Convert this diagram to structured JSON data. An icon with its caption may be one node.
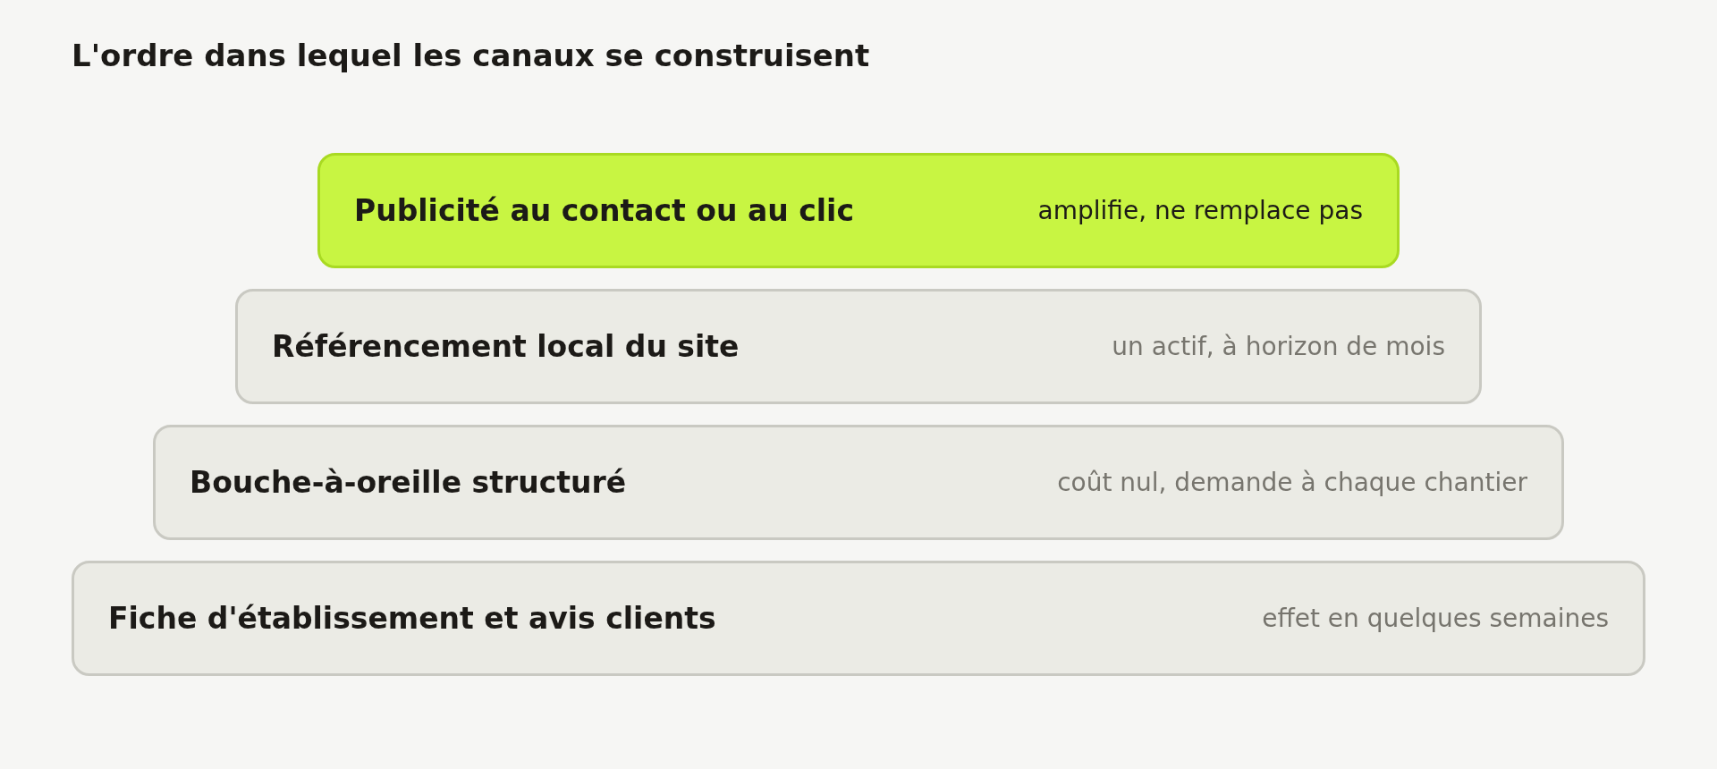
{
  "diagram": {
    "title": "L'ordre dans lequel les canaux se construisent",
    "nodes": [
      {
        "text": [
          "Publicité au contact ou au clic",
          "amplifie, ne remplace pas"
        ]
      },
      {
        "text": [
          "Référencement local du site",
          "un actif, à horizon de mois"
        ]
      },
      {
        "text": [
          "Bouche-à-oreille structuré",
          "coût nul, demande à chaque chantier"
        ]
      },
      {
        "text": [
          "Fiche d'établissement et avis clients",
          "effet en quelques semaines"
        ]
      }
    ]
  }
}
